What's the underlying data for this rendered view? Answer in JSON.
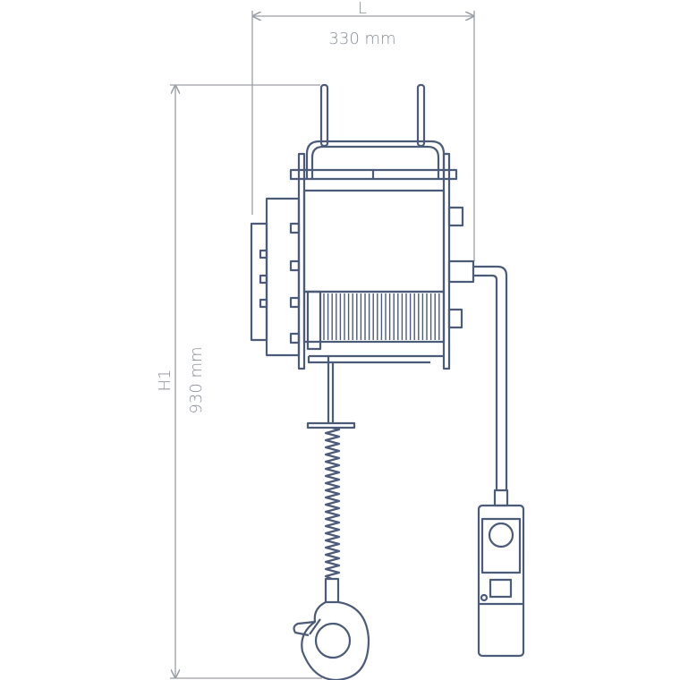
{
  "title": "Electric wire rope hoist dimension drawing",
  "dimensions": {
    "width_label": "L",
    "width_value": "330 mm",
    "height_label": "H1",
    "height_value": "930 mm"
  },
  "colors": {
    "line": "#4b5b78",
    "dimension": "#9a9ea6"
  }
}
